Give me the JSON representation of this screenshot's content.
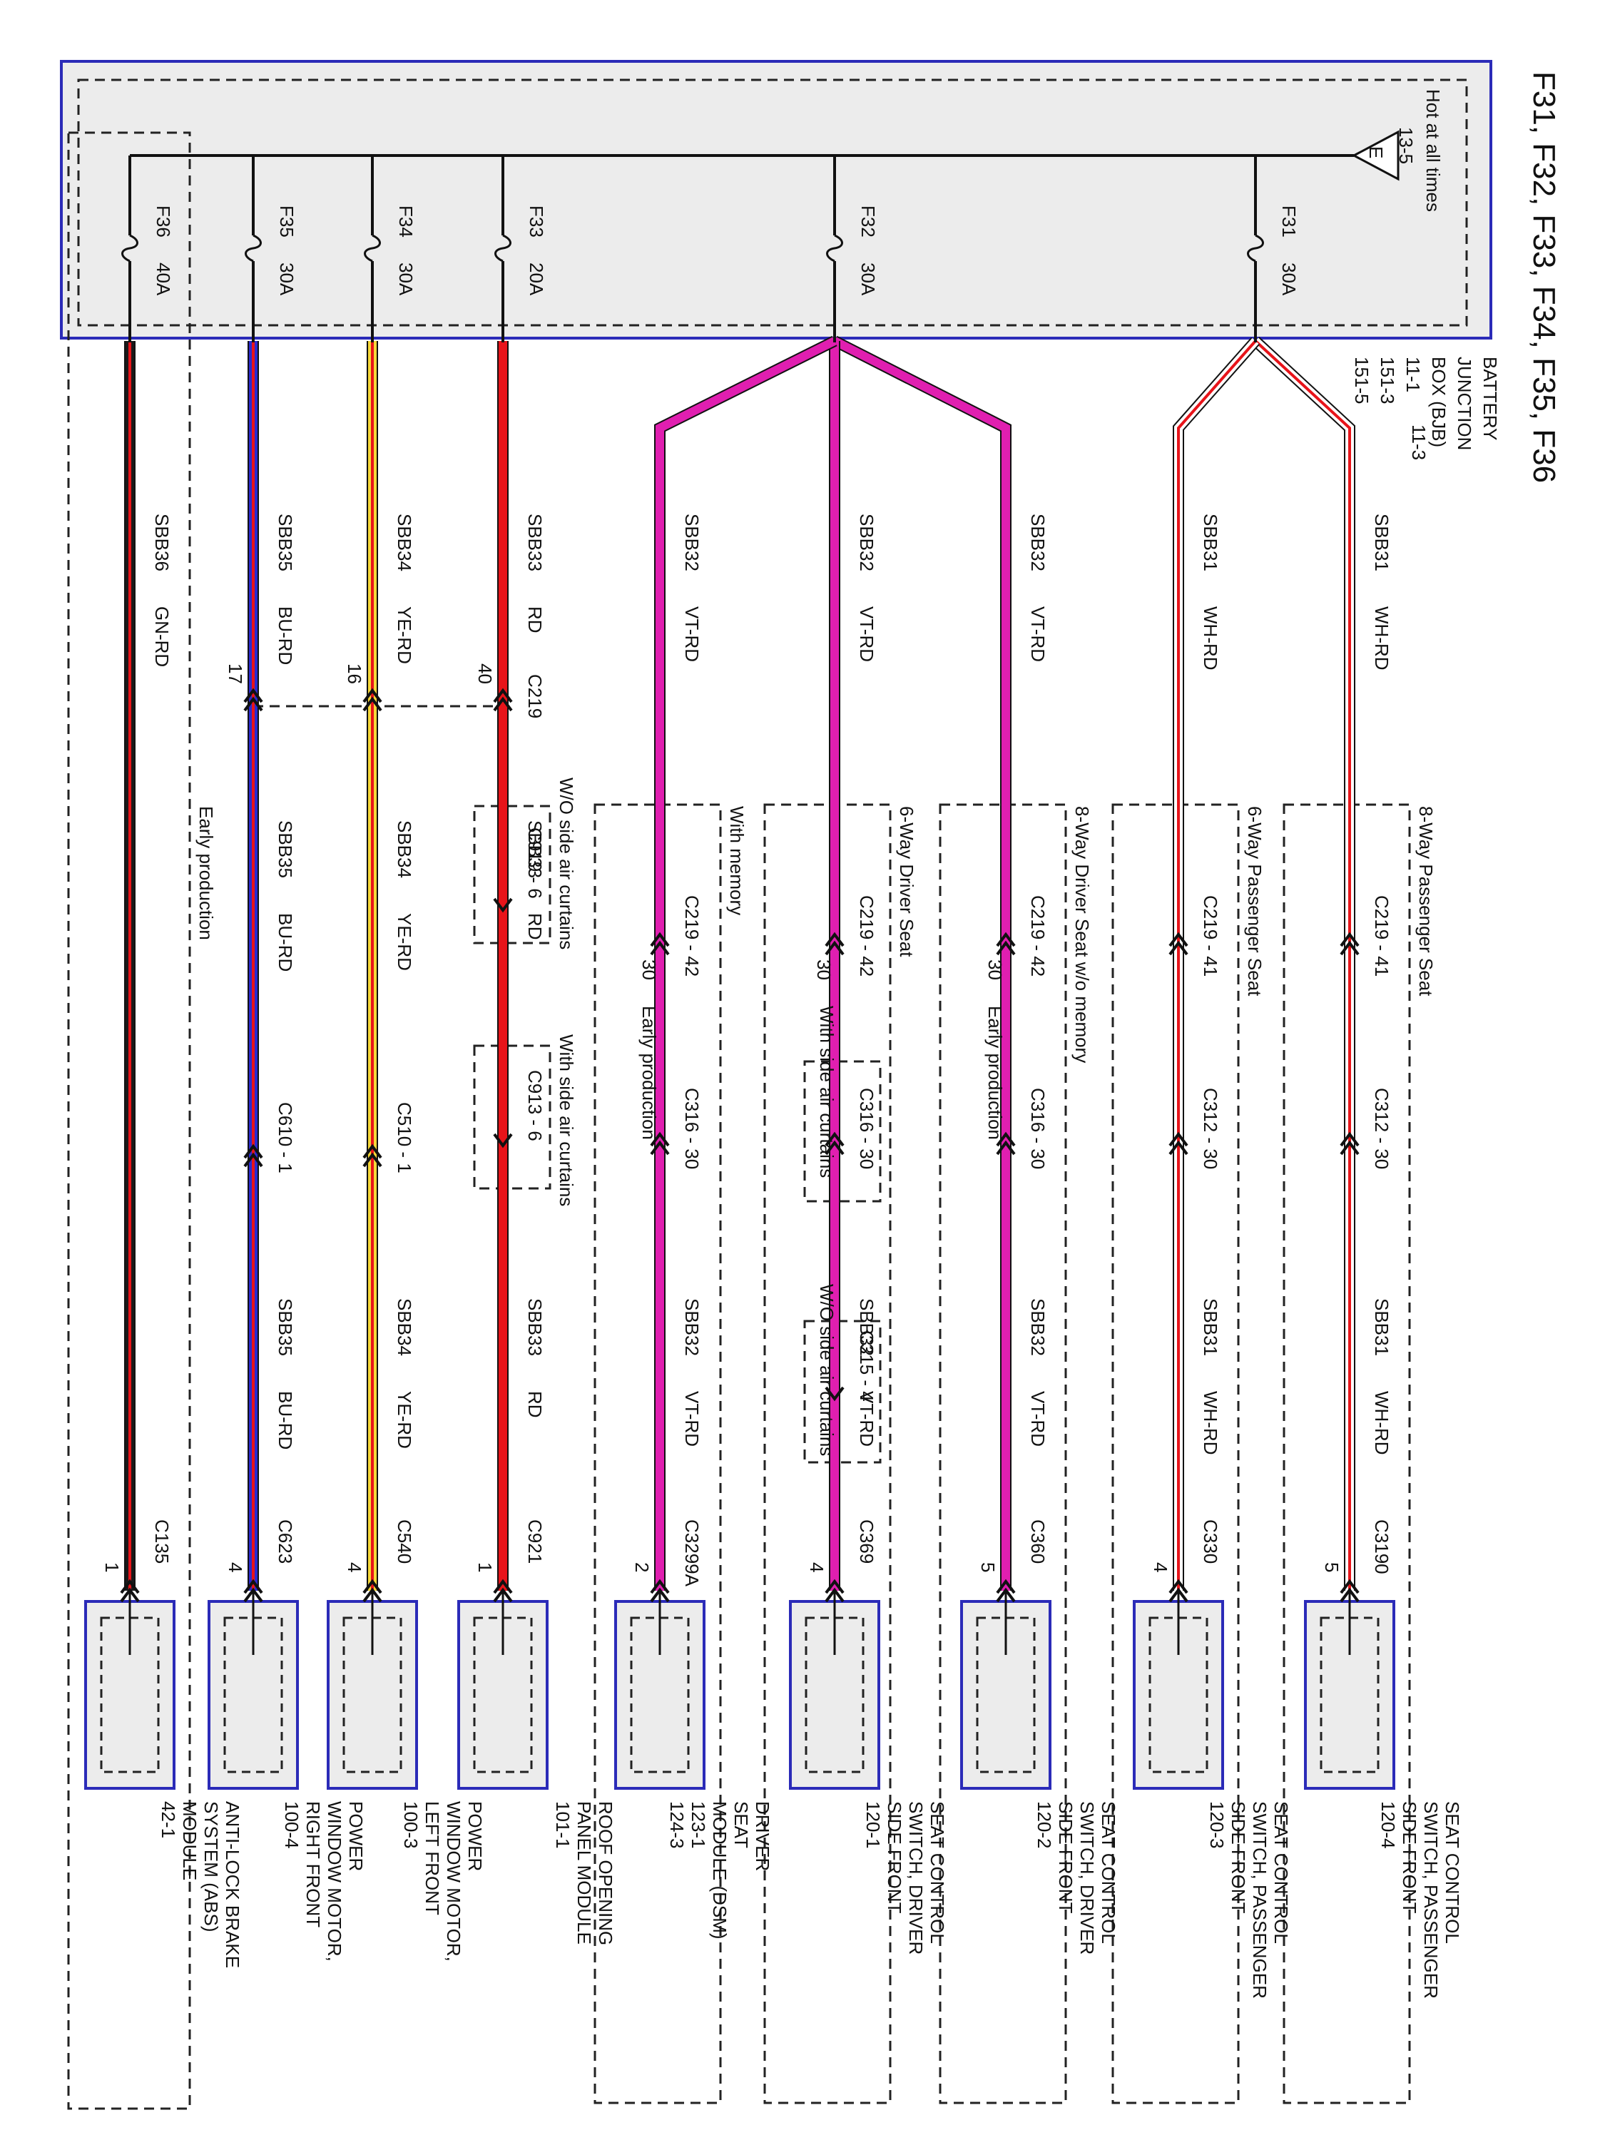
{
  "title": "F31, F32, F33, F34, F35, F36",
  "source": {
    "label": "Hot at all times",
    "ref": "13-5",
    "symbol": "E"
  },
  "junction_box": {
    "lines": [
      "BATTERY",
      "JUNCTION",
      "BOX (BJB)",
      "11-1",
      "151-3",
      "151-5"
    ],
    "ref2": "11-3"
  },
  "fuses": [
    {
      "id": "F31",
      "rating": "30A"
    },
    {
      "id": "F32",
      "rating": "30A"
    },
    {
      "id": "F33",
      "rating": "20A"
    },
    {
      "id": "F34",
      "rating": "30A"
    },
    {
      "id": "F35",
      "rating": "30A"
    },
    {
      "id": "F36",
      "rating": "40A"
    }
  ],
  "colors": {
    "WH": "#ffffff",
    "RD": "#e8141a",
    "VT": "#e01fb0",
    "YE": "#f7d838",
    "BU": "#2a2ad0",
    "GN": "#1a1a1a",
    "border": "#2b2bb8",
    "box": "#ececec"
  },
  "groups": [
    {
      "id": "g1",
      "label": "8-Way Passenger Seat"
    },
    {
      "id": "g2",
      "label": "6-Way Passenger Seat"
    },
    {
      "id": "g3",
      "label": "8-Way Driver Seat w/o memory"
    },
    {
      "id": "g4",
      "label": "6-Way Driver Seat"
    },
    {
      "id": "g5",
      "label": "With memory"
    },
    {
      "id": "g6",
      "label": "W/O side air curtains"
    },
    {
      "id": "g7",
      "label": "With side air curtains"
    },
    {
      "id": "g8",
      "label": "Early production"
    }
  ],
  "circuits": [
    {
      "circuit": "SBB31",
      "color": "WH-RD",
      "c1": "C219 - 41",
      "c2": "C312 - 30",
      "term": "C3190",
      "pin": "5"
    },
    {
      "circuit": "SBB31",
      "color": "WH-RD",
      "c1": "C219 - 41",
      "c2": "C312 - 30",
      "term": "C330",
      "pin": "4"
    },
    {
      "circuit": "SBB32",
      "color": "VT-RD",
      "c1": "C219 - 42",
      "c2": "C316 - 30",
      "term": "C360",
      "pin": "5",
      "note": "30",
      "note_label": "Early production"
    },
    {
      "circuit": "SBB32",
      "color": "VT-RD",
      "c1": "C219 - 42",
      "c2": "C316 - 30",
      "c3": "C315 - 4",
      "term": "C369",
      "pin": "4",
      "note": "30",
      "sub1": "With side air curtains",
      "sub2": "W/O side air curtains"
    },
    {
      "circuit": "SBB32",
      "color": "VT-RD",
      "c1": "C219 - 42",
      "c2": "C316 - 30",
      "term": "C3299A",
      "pin": "2",
      "note": "30",
      "note_label": "Early production"
    },
    {
      "circuit": "SBB33",
      "color": "RD",
      "c1": "C219",
      "pin_c1": "40",
      "c2": "C919 - 6",
      "c3": "C913 - 6",
      "term": "C921",
      "pin": "1"
    },
    {
      "circuit": "SBB34",
      "color": "YE-RD",
      "pin_c1": "16",
      "c2": "C510 - 1",
      "term": "C540",
      "pin": "4"
    },
    {
      "circuit": "SBB35",
      "color": "BU-RD",
      "pin_c1": "17",
      "c2": "C610 - 1",
      "term": "C623",
      "pin": "4"
    },
    {
      "circuit": "SBB36",
      "color": "GN-RD",
      "term": "C135",
      "pin": "1"
    }
  ],
  "components": [
    {
      "lines": [
        "SEAT CONTROL",
        "SWITCH, PASSENGER",
        "SIDE FRONT",
        "120-4"
      ]
    },
    {
      "lines": [
        "SEAT CONTROL",
        "SWITCH, PASSENGER",
        "SIDE FRONT",
        "120-3"
      ]
    },
    {
      "lines": [
        "SEAT CONTROL",
        "SWITCH, DRIVER",
        "SIDE FRONT",
        "120-2"
      ]
    },
    {
      "lines": [
        "SEAT CONTROL",
        "SWITCH, DRIVER",
        "SIDE FRONT",
        "120-1"
      ]
    },
    {
      "lines": [
        "DRIVER",
        "SEAT",
        "MODULE (DSM)",
        "123-1",
        "124-3"
      ]
    },
    {
      "lines": [
        "ROOF OPENING",
        "PANEL MODULE",
        "101-1"
      ]
    },
    {
      "lines": [
        "POWER",
        "WINDOW MOTOR,",
        "LEFT FRONT",
        "100-3"
      ]
    },
    {
      "lines": [
        "POWER",
        "WINDOW MOTOR,",
        "RIGHT FRONT",
        "100-4"
      ]
    },
    {
      "lines": [
        "ANTI-LOCK BRAKE",
        "SYSTEM (ABS)",
        "MODULE",
        "42-1"
      ]
    }
  ]
}
